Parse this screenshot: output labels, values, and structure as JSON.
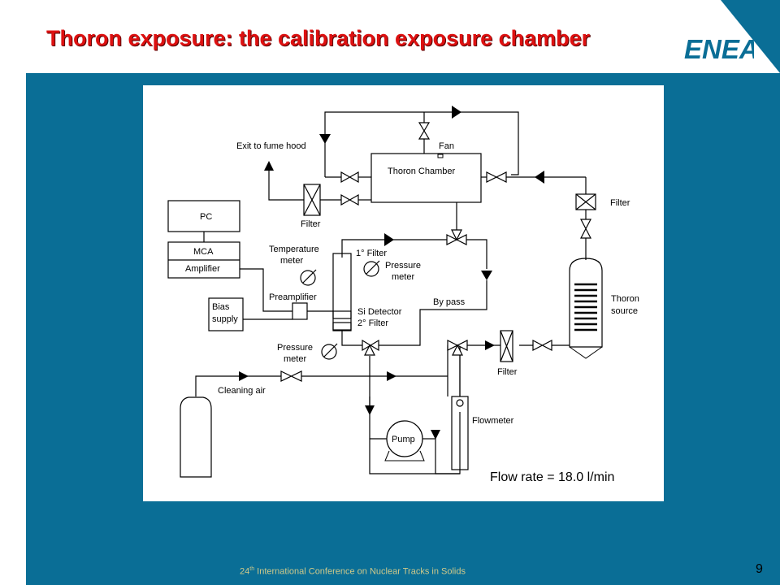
{
  "slide": {
    "title": "Thoron exposure: the calibration exposure chamber",
    "logo_text": "ENEA",
    "footer_prefix": "24",
    "footer_sup": "th",
    "footer_rest": " International Conference on Nuclear Tracks in Solids",
    "page_number": "9"
  },
  "diagram": {
    "labels": {
      "exit": "Exit to fume hood",
      "fan": "Fan",
      "chamber": "Thoron Chamber",
      "filter_exit": "Filter",
      "filter_right": "Filter",
      "filter_bottom": "Filter",
      "pc": "PC",
      "mca": "MCA",
      "amplifier": "Amplifier",
      "temp1": "Temperature",
      "temp2": "meter",
      "filter1": "1° Filter",
      "press1a": "Pressure",
      "press1b": "meter",
      "preamp": "Preamplifier",
      "bias1": "Bias",
      "bias2": "supply",
      "si_det": "Si Detector",
      "filter2": "2° Filter",
      "bypass": "By pass",
      "thoron1": "Thoron",
      "thoron2": "source",
      "press2a": "Pressure",
      "press2b": "meter",
      "cleaning": "Cleaning air",
      "flowmeter": "Flowmeter",
      "pump": "Pump"
    },
    "flow_rate": "Flow rate = 18.0 l/min"
  },
  "colors": {
    "title": "#dd1111",
    "panel": "#0a6e96",
    "footer": "#cfc98a"
  }
}
